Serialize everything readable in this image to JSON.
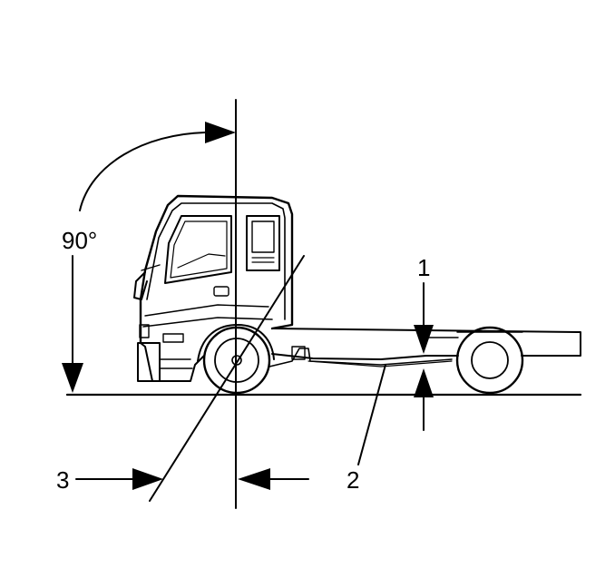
{
  "figure": {
    "angle_label": "90°",
    "callouts": [
      {
        "id": "1",
        "text": "1"
      },
      {
        "id": "2",
        "text": "2"
      },
      {
        "id": "3",
        "text": "3"
      }
    ]
  },
  "colors": {
    "line": "#000000",
    "background": "#ffffff"
  }
}
